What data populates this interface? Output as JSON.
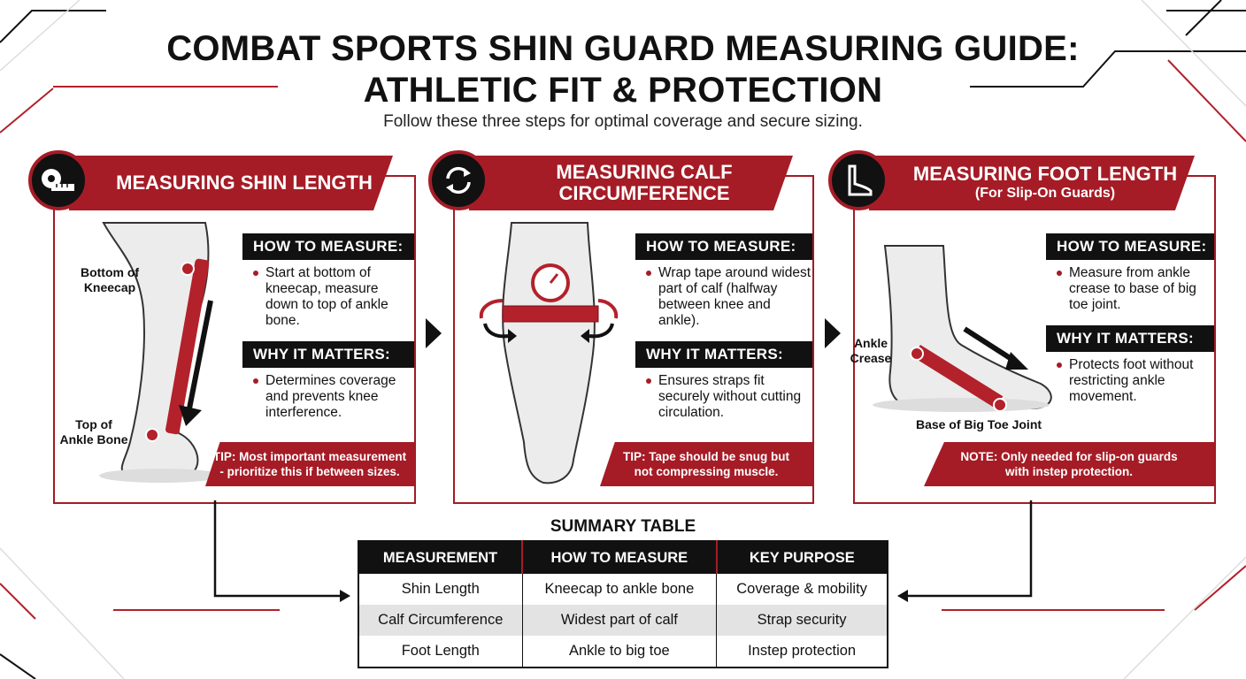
{
  "title_line1": "COMBAT SPORTS SHIN GUARD MEASURING GUIDE:",
  "title_line2": "ATHLETIC FIT & PROTECTION",
  "subtitle": "Follow these three steps for optimal coverage and secure sizing.",
  "accent_color": "#a51c26",
  "dark_color": "#111111",
  "panels": [
    {
      "icon": "tape-measure-icon",
      "title": "MEASURING SHIN LENGTH",
      "how_header": "HOW TO MEASURE:",
      "how_text": "Start at bottom of kneecap, measure down to top of ankle bone.",
      "why_header": "WHY IT MATTERS:",
      "why_text": "Determines coverage and prevents knee interference.",
      "label_top_1": "Bottom of",
      "label_top_2": "Kneecap",
      "label_bottom_1": "Top of",
      "label_bottom_2": "Ankle Bone",
      "tip_1": "TIP: Most important measurement",
      "tip_2": "- prioritize this if between sizes."
    },
    {
      "icon": "rotate-arrows-icon",
      "title_1": "MEASURING CALF",
      "title_2": "CIRCUMFERENCE",
      "how_header": "HOW TO MEASURE:",
      "how_text": "Wrap tape around widest part of calf (halfway between knee and ankle).",
      "why_header": "WHY IT MATTERS:",
      "why_text": "Ensures straps fit securely without cutting circulation.",
      "tip_1": "TIP: Tape should be snug but",
      "tip_2": "not compressing muscle."
    },
    {
      "icon": "foot-icon",
      "title": "MEASURING FOOT LENGTH",
      "subtitle": "(For Slip-On Guards)",
      "how_header": "HOW TO MEASURE:",
      "how_text": "Measure from ankle crease to base of big toe joint.",
      "why_header": "WHY IT MATTERS:",
      "why_text": "Protects foot without restricting ankle movement.",
      "label_left_1": "Ankle",
      "label_left_2": "Crease",
      "label_bottom": "Base of Big Toe Joint",
      "note_1": "NOTE: Only needed for slip-on guards",
      "note_2": "with instep protection."
    }
  ],
  "summary": {
    "title": "SUMMARY TABLE",
    "headers": [
      "MEASUREMENT",
      "HOW TO MEASURE",
      "KEY PURPOSE"
    ],
    "rows": [
      [
        "Shin Length",
        "Kneecap to ankle bone",
        "Coverage & mobility"
      ],
      [
        "Calf Circumference",
        "Widest part of calf",
        "Strap security"
      ],
      [
        "Foot Length",
        "Ankle to big toe",
        "Instep protection"
      ]
    ]
  }
}
